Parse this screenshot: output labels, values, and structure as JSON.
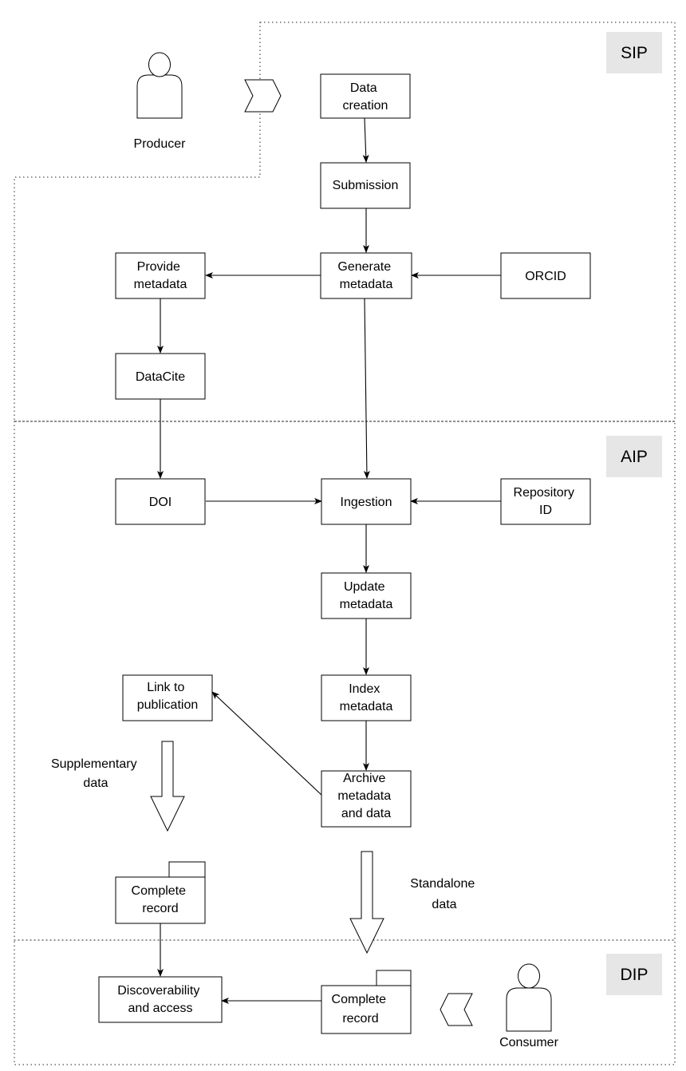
{
  "zones": {
    "sip": "SIP",
    "aip": "AIP",
    "dip": "DIP"
  },
  "actors": {
    "producer": "Producer",
    "consumer": "Consumer"
  },
  "nodes": {
    "data_creation": [
      "Data",
      "creation"
    ],
    "submission": [
      "Submission"
    ],
    "generate_metadata": [
      "Generate",
      "metadata"
    ],
    "provide_metadata": [
      "Provide",
      "metadata"
    ],
    "orcid": [
      "ORCID"
    ],
    "datacite": [
      "DataCite"
    ],
    "doi": [
      "DOI"
    ],
    "ingestion": [
      "Ingestion"
    ],
    "repository_id": [
      "Repository",
      "ID"
    ],
    "update_metadata": [
      "Update",
      "metadata"
    ],
    "index_metadata": [
      "Index",
      "metadata"
    ],
    "link_to_publication": [
      "Link to",
      "publication"
    ],
    "archive_metadata_and_data": [
      "Archive",
      "metadata",
      "and data"
    ],
    "complete_record_aip": [
      "Complete",
      "record"
    ],
    "discoverability_and_access": [
      "Discoverability",
      "and access"
    ],
    "complete_record_dip": [
      "Complete",
      "record"
    ]
  },
  "flow_labels": {
    "supplementary_data": [
      "Supplementary",
      "data"
    ],
    "standalone_data": [
      "Standalone",
      "data"
    ]
  },
  "colors": {
    "zone_tag_background": "#e6e6e6",
    "stroke": "#000000"
  }
}
